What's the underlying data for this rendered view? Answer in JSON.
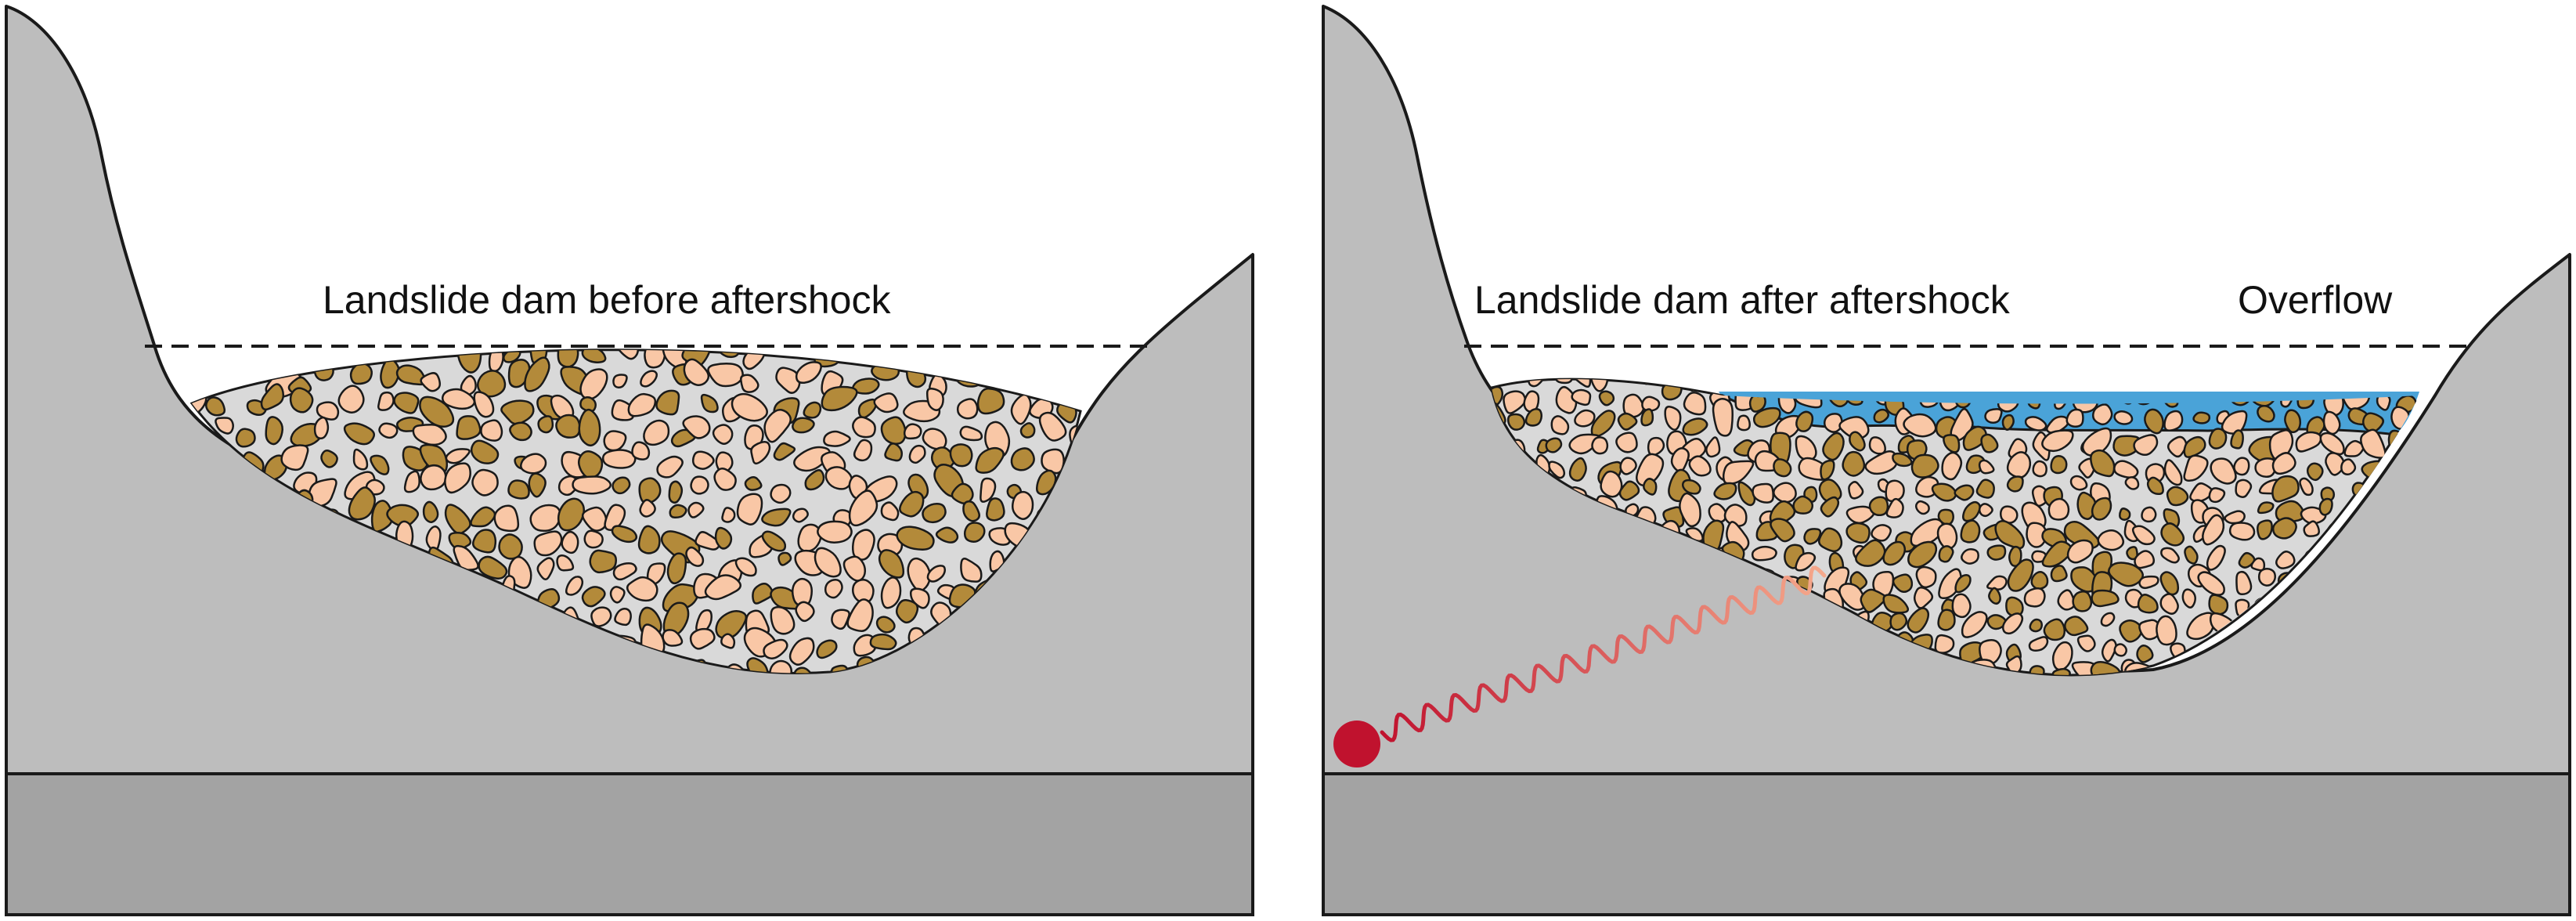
{
  "panels": [
    {
      "title": "Landslide dam before aftershock"
    },
    {
      "title": "Landslide dam after aftershock",
      "annotation": "Overflow"
    }
  ],
  "colors": {
    "rock": "#bdbdbd",
    "bedrock": "#a3a3a3",
    "fill": "#d9d9d9",
    "clast_light": "#f9c7a6",
    "clast_dark": "#b38a3a",
    "water": "#4aa3d8",
    "epicenter": "#c0122e",
    "wave_start": "#c0122e",
    "wave_end": "#f5a98c",
    "outline": "#1a1a1a"
  },
  "icons": {
    "epicenter": "epicenter-dot-icon",
    "seismic_wave": "seismic-wave-icon"
  }
}
